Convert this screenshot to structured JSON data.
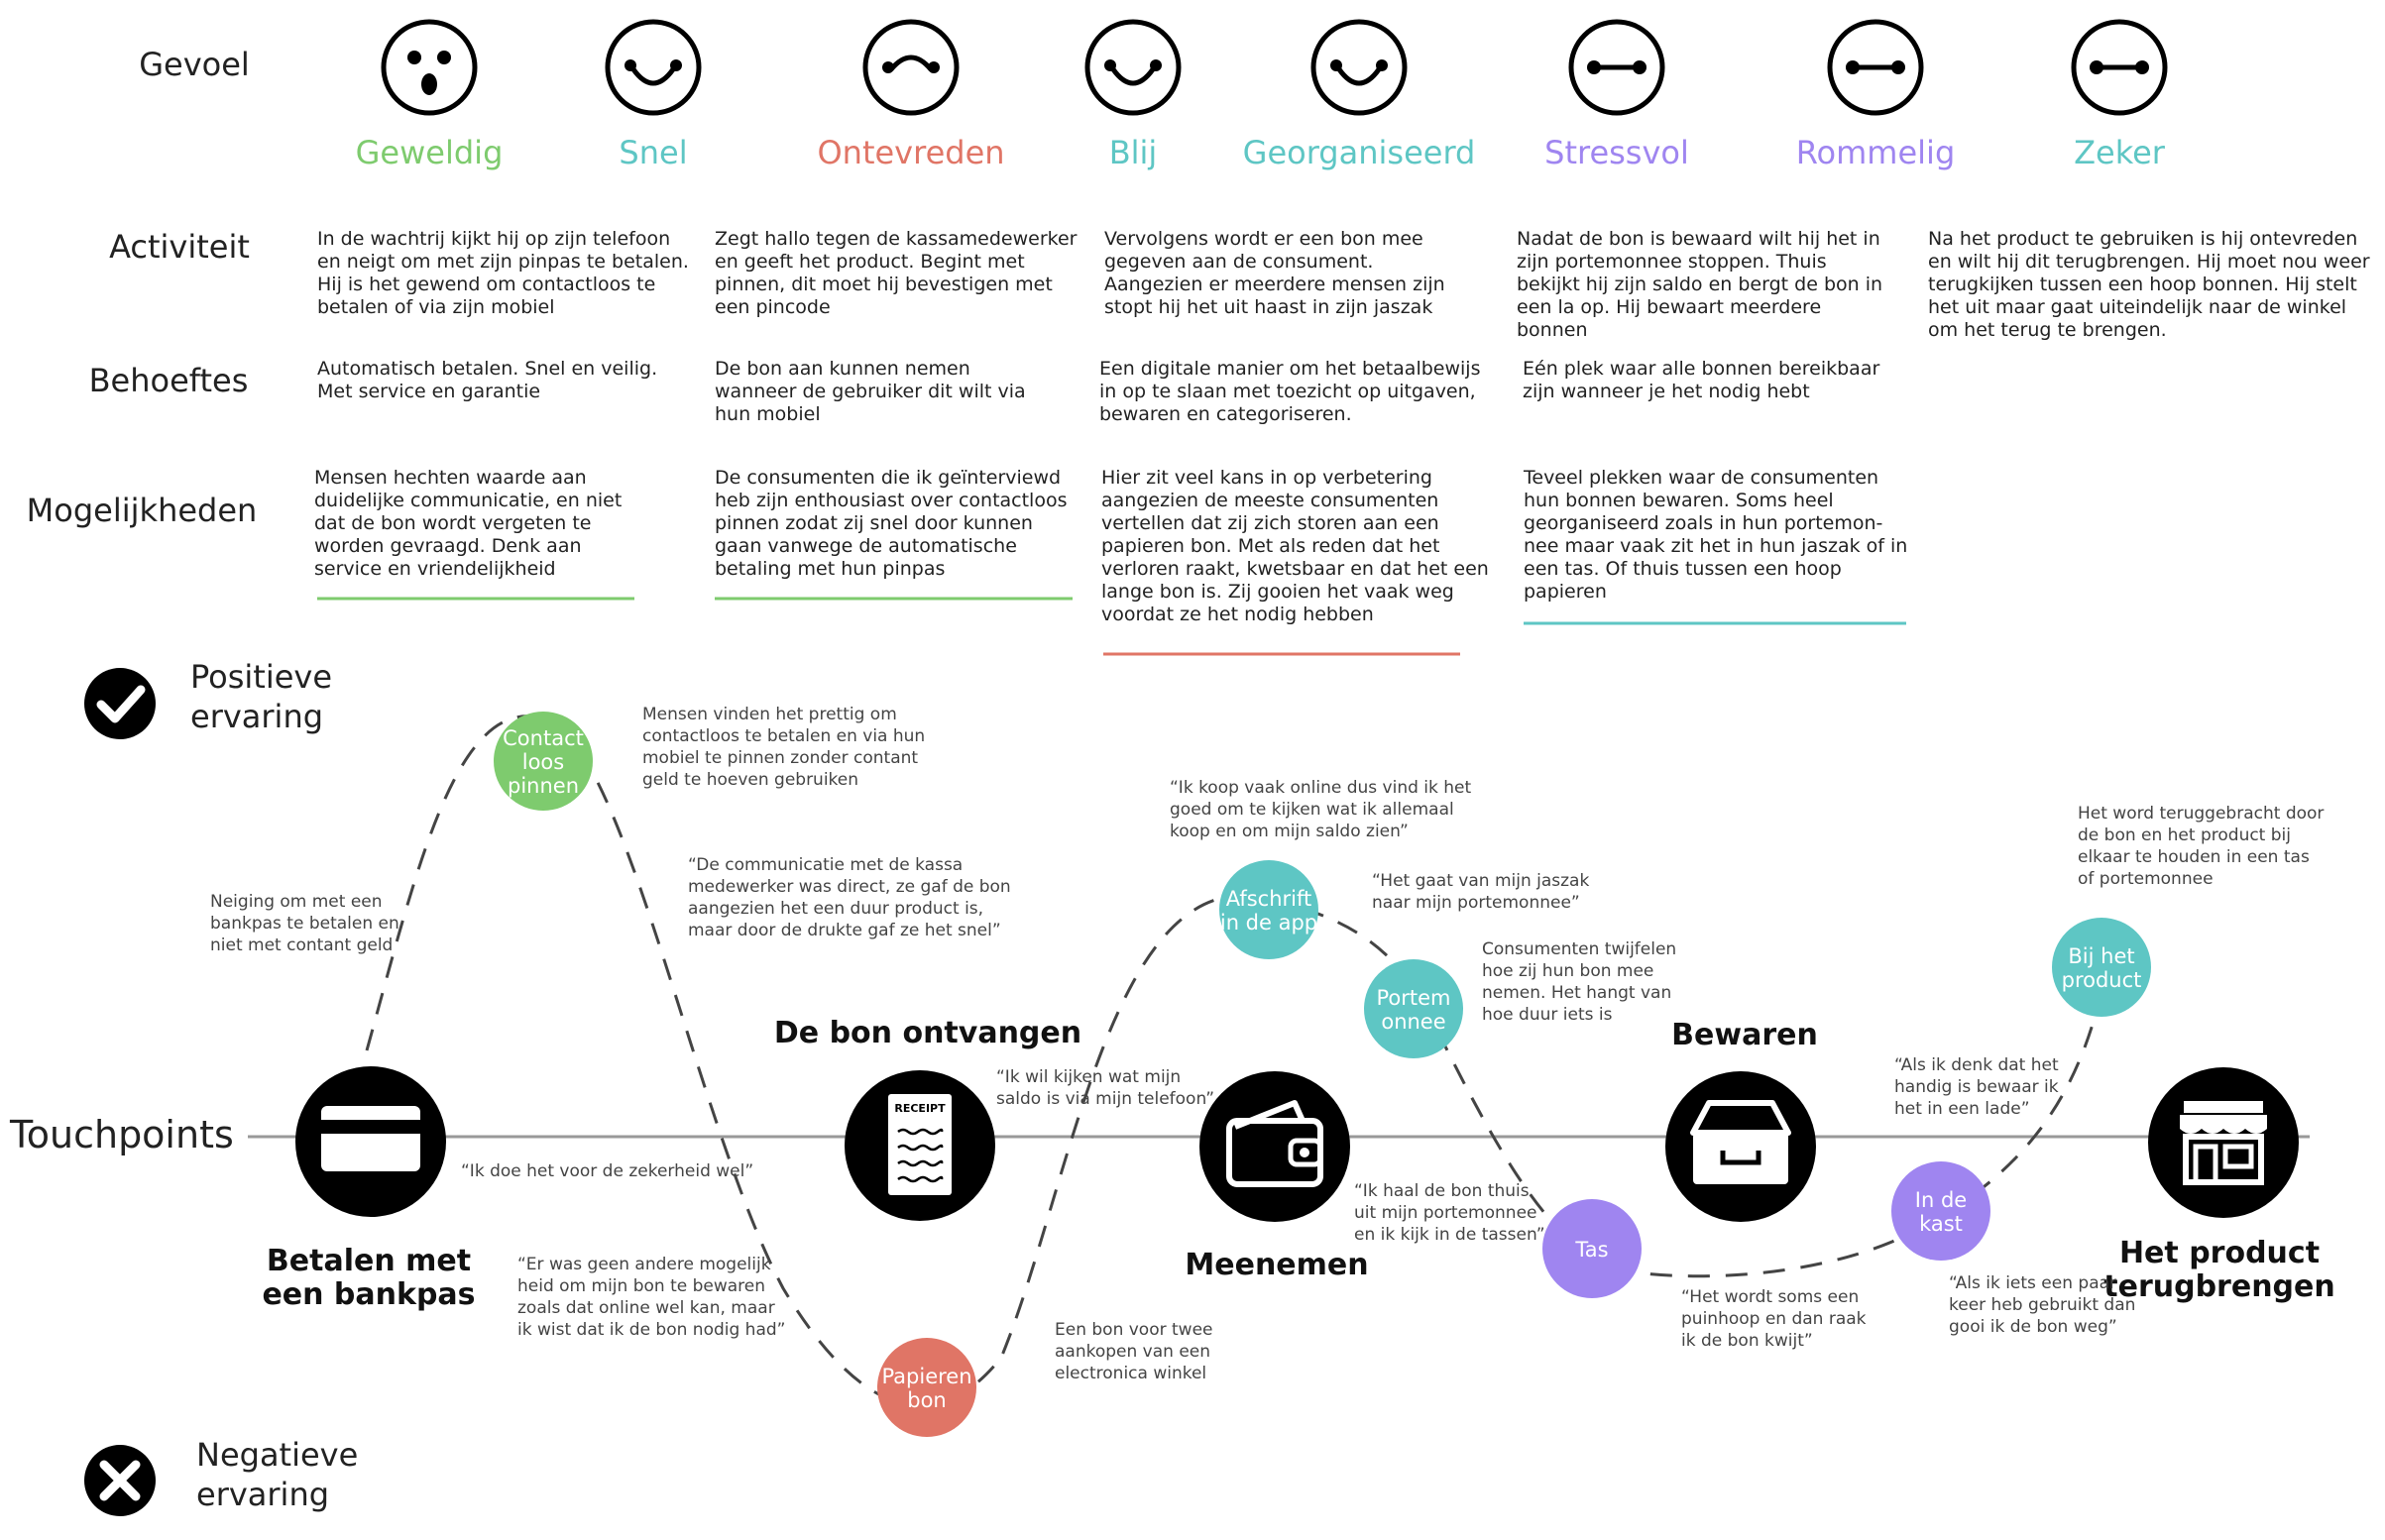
{
  "rows": {
    "gevoel": "Gevoel",
    "activiteit": "Activiteit",
    "behoeftes": "Behoeftes",
    "mogelijkheden": "Mogelijkheden",
    "touchpoints": "Touchpoints"
  },
  "feelings": [
    {
      "label": "Geweldig",
      "face": "surprised",
      "color": "#7ecb6e"
    },
    {
      "label": "Snel",
      "face": "smile",
      "color": "#5ec6c4"
    },
    {
      "label": "Ontevreden",
      "face": "frown",
      "color": "#e07566"
    },
    {
      "label": "Blij",
      "face": "smile",
      "color": "#5ec6c4"
    },
    {
      "label": "Georganiseerd",
      "face": "smile",
      "color": "#5ec6c4"
    },
    {
      "label": "Stressvol",
      "face": "neutral",
      "color": "#9f85f0"
    },
    {
      "label": "Rommelig",
      "face": "neutral",
      "color": "#9f85f0"
    },
    {
      "label": "Zeker",
      "face": "neutral",
      "color": "#5ec6c4"
    }
  ],
  "activiteit": [
    [
      "In de wachtrij kijkt hij op zijn telefoon",
      "en neigt om met zijn pinpas te betalen.",
      "Hij is het gewend om contactloos te",
      "betalen of via zijn mobiel"
    ],
    [
      "Zegt hallo tegen de kassamedewerker",
      "en geeft het product. Begint met",
      "pinnen, dit moet hij bevestigen met",
      "een pincode"
    ],
    [
      "Vervolgens wordt er een bon mee",
      "gegeven aan de consument.",
      "Aangezien er meerdere mensen zijn",
      "stopt hij het uit haast in zijn jaszak"
    ],
    [
      "Nadat de bon is bewaard wilt hij het in",
      "zijn portemonnee stoppen. Thuis",
      "bekijkt hij zijn saldo en bergt de bon in",
      "een la op. Hij bewaart meerdere",
      "bonnen"
    ],
    [
      "Na het product te gebruiken is hij ontevreden",
      "en wilt hij dit terugbrengen. Hij moet nou weer",
      "terugkijken tussen een hoop bonnen. Hij stelt",
      "het uit maar gaat uiteindelijk naar de winkel",
      "om het terug te brengen."
    ]
  ],
  "behoeftes": [
    [
      "Automatisch betalen. Snel en veilig.",
      "Met service en garantie"
    ],
    [
      "De bon aan kunnen nemen",
      "wanneer de gebruiker dit wilt via",
      "hun mobiel"
    ],
    [
      "Een digitale manier om het betaalbewijs",
      "in op te slaan met toezicht op uitgaven,",
      "bewaren en categoriseren."
    ],
    [
      "Eén plek waar alle bonnen bereikbaar",
      "zijn wanneer je het nodig hebt"
    ]
  ],
  "mogelijkheden": [
    {
      "lines": [
        "Mensen hechten waarde aan",
        "duidelijke communicatie, en niet",
        "dat de bon wordt vergeten te",
        "worden gevraagd. Denk aan",
        "service en vriendelijkheid"
      ],
      "color": "#7ecb6e"
    },
    {
      "lines": [
        "De consumenten die ik geïnterviewd",
        "heb zijn enthousiast over contactloos",
        "pinnen zodat zij snel door kunnen",
        "gaan vanwege de automatische",
        "betaling met hun pinpas"
      ],
      "color": "#7ecb6e"
    },
    {
      "lines": [
        "Hier zit veel kans in op verbetering",
        "aangezien de meeste consumenten",
        "vertellen dat zij zich storen aan een",
        "papieren bon. Met als reden dat het",
        "verloren raakt, kwetsbaar en dat het een",
        "lange bon is. Zij gooien het vaak weg",
        "voordat ze het nodig hebben"
      ],
      "color": "#e07566"
    },
    {
      "lines": [
        "Teveel plekken waar de consumenten",
        "hun bonnen bewaren. Soms heel",
        "georganiseerd zoals in hun portemon-",
        "nee maar vaak zit het in hun jaszak of in",
        "een tas. Of thuis tussen een hoop",
        "papieren"
      ],
      "color": "#5ec6c4"
    }
  ],
  "experience": {
    "positive": [
      "Positieve",
      "ervaring"
    ],
    "negative": [
      "Negatieve",
      "ervaring"
    ]
  },
  "touchpoints": [
    {
      "icon": "card-icon",
      "label": [
        "Betalen met",
        "een bankpas"
      ]
    },
    {
      "icon": "receipt-icon",
      "label": [
        "De bon ontvangen"
      ],
      "receipt_text": "RECEIPT"
    },
    {
      "icon": "wallet-icon",
      "label": [
        "Meenemen"
      ]
    },
    {
      "icon": "drawer-icon",
      "label": [
        "Bewaren"
      ]
    },
    {
      "icon": "store-icon",
      "label": [
        "Het product",
        "terugbrengen"
      ]
    }
  ],
  "moments": [
    {
      "label": [
        "Contact",
        "loos",
        "pinnen"
      ],
      "color": "#7ecb6e"
    },
    {
      "label": [
        "Papieren",
        "bon"
      ],
      "color": "#e07566"
    },
    {
      "label": [
        "Afschrift",
        "in de app"
      ],
      "color": "#5ec6c4"
    },
    {
      "label": [
        "Portem",
        "onnee"
      ],
      "color": "#5ec6c4"
    },
    {
      "label": [
        "Tas"
      ],
      "color": "#9f85f0"
    },
    {
      "label": [
        "In de",
        "kast"
      ],
      "color": "#9f85f0"
    },
    {
      "label": [
        "Bij het",
        "product"
      ],
      "color": "#5ec6c4"
    }
  ],
  "notes": [
    [
      "Mensen vinden het prettig om",
      "contactloos te betalen en via hun",
      "mobiel te pinnen zonder contant",
      "geld te hoeven gebruiken"
    ],
    [
      "Neiging om met een",
      "bankpas te betalen en",
      "niet met contant geld"
    ],
    [
      "“De communicatie met de kassa",
      "medewerker was direct, ze gaf de bon",
      "aangezien het een duur product is,",
      "maar door de drukte gaf ze het snel”"
    ],
    [
      "“Ik doe het voor de zekerheid wel”"
    ],
    [
      "“Er was geen andere mogelijk",
      "heid om mijn bon te bewaren",
      "zoals dat online wel kan, maar",
      "ik wist dat ik de bon nodig had”"
    ],
    [
      "“Ik wil kijken wat mijn",
      "saldo is via mijn telefoon”"
    ],
    [
      "Een bon voor twee",
      "aankopen van een",
      "electronica winkel"
    ],
    [
      "“Ik koop vaak online dus vind ik het",
      "goed om te kijken wat ik allemaal",
      "koop en om mijn saldo zien”"
    ],
    [
      "“Het gaat van mijn jaszak",
      "naar mijn portemonnee”"
    ],
    [
      "Consumenten twijfelen",
      "hoe zij hun bon mee",
      "nemen. Het hangt van",
      "hoe duur iets is"
    ],
    [
      "“Ik haal de bon thuis",
      "uit mijn portemonnee",
      "en ik kijk in de tassen”"
    ],
    [
      "“Het wordt soms een",
      "puinhoop en dan raak",
      "ik de bon kwijt”"
    ],
    [
      "“Als ik denk dat het",
      "handig is bewaar ik",
      "het in een lade”"
    ],
    [
      "“Als ik iets een paar",
      "keer heb gebruikt dan",
      "gooi ik de bon weg”"
    ],
    [
      "Het word teruggebracht door",
      "de bon en het product bij",
      "elkaar te houden in een tas",
      "of portemonnee"
    ]
  ]
}
